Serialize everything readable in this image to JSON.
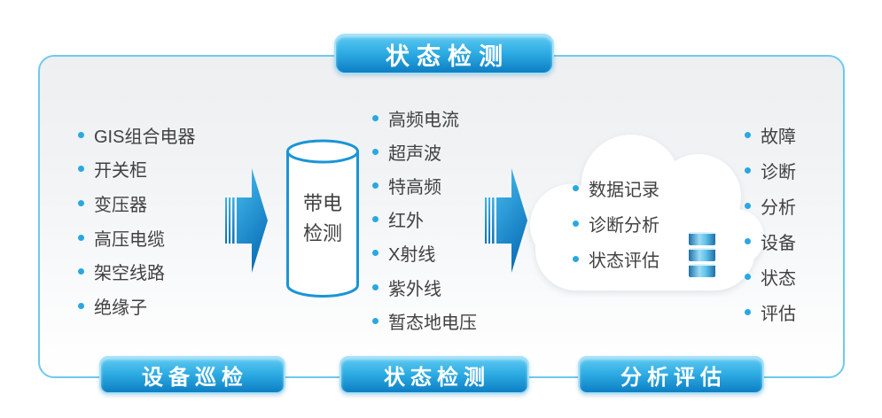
{
  "top_banner": {
    "label": "状态检测"
  },
  "equipment_column": {
    "items": [
      "GIS组合电器",
      "开关柜",
      "变压器",
      "高压电缆",
      "架空线路",
      "绝缘子"
    ]
  },
  "cylinder": {
    "line1": "带电",
    "line2": "检测"
  },
  "methods_column": {
    "items": [
      "高频电流",
      "超声波",
      "特高频",
      "红外",
      "X射线",
      "紫外线",
      "暂态地电压"
    ]
  },
  "cloud": {
    "items": [
      "数据记录",
      "诊断分析",
      "状态评估"
    ]
  },
  "results_column": {
    "items": [
      "故障",
      "诊断",
      "分析",
      "设备",
      "状态",
      "评估"
    ]
  },
  "bottom_banners": [
    {
      "label": "设备巡检"
    },
    {
      "label": "状态检测"
    },
    {
      "label": "分析评估"
    }
  ],
  "colors": {
    "accent_blue": "#29a8e0",
    "banner_gradient_top": "#5ec9f1",
    "banner_gradient_bottom": "#0d7ec3",
    "box_border": "#6ec9ef",
    "cylinder_stroke": "#1a94d6",
    "text": "#414141"
  }
}
